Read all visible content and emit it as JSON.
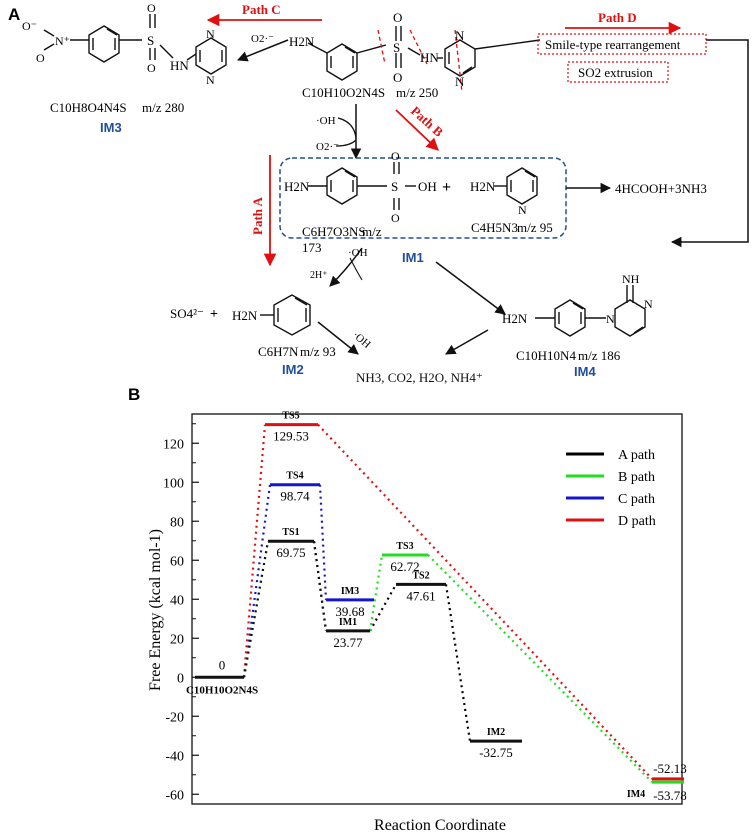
{
  "panel_a": {
    "letter": "A",
    "paths": {
      "c": "Path C",
      "d": "Path D",
      "b": "Path B",
      "a": "Path A"
    },
    "boxes": {
      "smile": "Smile-type rearrangement",
      "so2": "SO2 extrusion"
    },
    "reagents": {
      "o2_c": "O2·⁻",
      "oh_top": "·OH",
      "o2_top": "O2·⁻",
      "oh_a": "·OH",
      "h_a": "2H⁺",
      "oh_im2": "·OH"
    },
    "molecules": {
      "parent_formula": "C10H10O2N4S",
      "parent_mz": "m/z 250",
      "im3_formula": "C10H8O4N4S",
      "im3_mz": "m/z 280",
      "im3_label": "IM3",
      "im1a_formula": "C6H7O3NS",
      "im1a_mz": "m/z",
      "im1a_mz_value": "173",
      "im1b_formula": "C4H5N3",
      "im1b_mz": "m/z 95",
      "im1_label": "IM1",
      "plus": "+",
      "plus2": "+",
      "products1": "4HCOOH+3NH3",
      "so4": "SO4²⁻",
      "im2_formula": "C6H7N",
      "im2_mz": "m/z 93",
      "im2_label": "IM2",
      "im4_formula": "C10H10N4",
      "im4_mz": "m/z 186",
      "im4_label": "IM4",
      "final": "NH3, CO2, H2O, NH4⁺"
    },
    "atoms": {
      "h2n": "H2N",
      "o": "O",
      "s": "S",
      "n": "N",
      "hn": "HN",
      "oh": "OH",
      "nh": "NH",
      "o_minus": "O⁻",
      "n_plus": "N⁺"
    }
  },
  "panel_b": {
    "letter": "B",
    "chart_data": {
      "type": "line",
      "xlabel": "Reaction Coordinate",
      "ylabel": "Free Energy (kcal mol-1)",
      "ylim": [
        -65,
        135
      ],
      "yticks": [
        -60,
        -40,
        -20,
        0,
        20,
        40,
        60,
        80,
        100,
        120
      ],
      "grid": false,
      "legend_position": "top-right",
      "colors": {
        "A": "#000000",
        "B": "#22dd22",
        "C": "#1515d0",
        "D": "#e01010"
      },
      "levels": [
        {
          "label": "0",
          "name": "C10H10O2N4S",
          "value": 0
        },
        {
          "label": "TS5",
          "value": 129.53
        },
        {
          "label": "TS4",
          "value": 98.74
        },
        {
          "label": "TS1",
          "value": 69.75
        },
        {
          "label": "IM3",
          "value": 39.68
        },
        {
          "label": "IM1",
          "value": 23.77
        },
        {
          "label": "TS3",
          "value": 62.72
        },
        {
          "label": "TS2",
          "value": 47.61
        },
        {
          "label": "IM2",
          "value": -32.75
        },
        {
          "label": "IM4",
          "value": -52.13
        },
        {
          "label": "",
          "value": -53.78
        }
      ],
      "series": [
        {
          "name": "A path",
          "steps": [
            "C10H10O2N4S",
            "TS1",
            "IM1",
            "TS2",
            "IM2"
          ]
        },
        {
          "name": "B path",
          "steps": [
            "C10H10O2N4S",
            "TS1",
            "IM1",
            "TS3",
            "IM4"
          ]
        },
        {
          "name": "C path",
          "steps": [
            "C10H10O2N4S",
            "TS4",
            "IM3"
          ]
        },
        {
          "name": "D path",
          "steps": [
            "C10H10O2N4S",
            "TS5",
            "IM4"
          ]
        }
      ]
    }
  }
}
